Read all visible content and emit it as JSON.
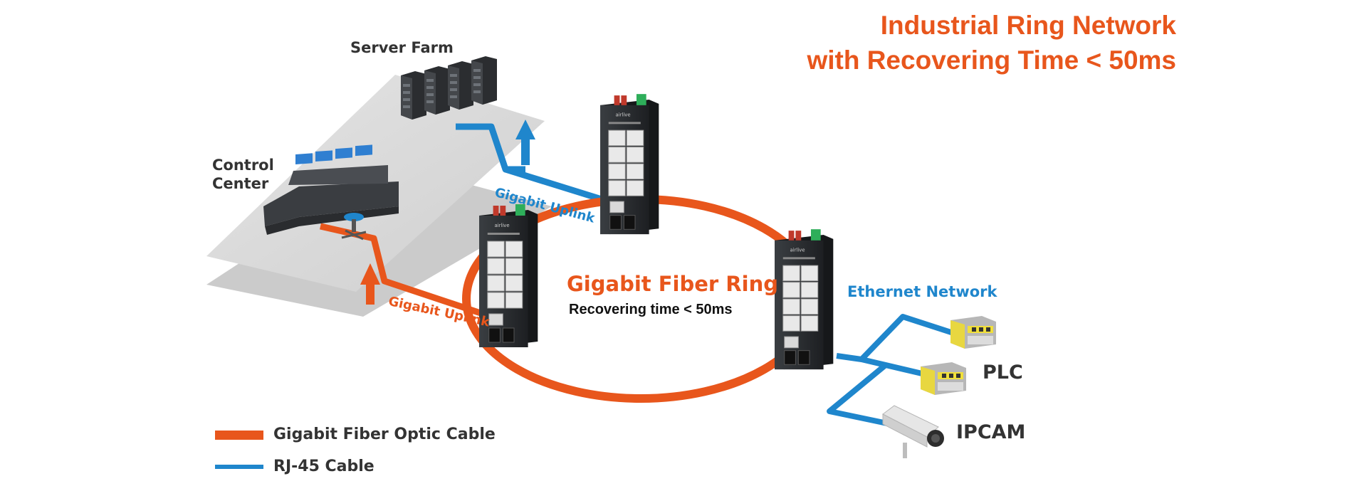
{
  "title": {
    "line1": "Industrial Ring Network",
    "line2": "with Recovering Time < 50ms"
  },
  "labels": {
    "server_farm": "Server Farm",
    "control_center_line1": "Control",
    "control_center_line2": "Center",
    "gigabit_uplink_top": "Gigabit Uplink",
    "gigabit_uplink_bottom": "Gigabit Uplink",
    "ring_title": "Gigabit Fiber Ring",
    "ring_subtitle": "Recovering time < 50ms",
    "ethernet_network": "Ethernet Network",
    "plc": "PLC",
    "ipcam": "IPCAM"
  },
  "legend": [
    {
      "label": "Gigabit Fiber Optic Cable",
      "color": "#e8561c"
    },
    {
      "label": "RJ-45 Cable",
      "color": "#1f86cc"
    }
  ],
  "switch_brand": "airlive",
  "icons": [
    "server-rack-icon",
    "control-desk-icon",
    "office-chair-icon",
    "industrial-switch-icon",
    "plc-device-icon",
    "ip-camera-icon",
    "uplink-arrow-icon"
  ],
  "colors": {
    "fiber": "#e8561c",
    "rj45": "#1f86cc",
    "floor": "#d6d6d6",
    "switch_body": "#2a2d30"
  }
}
